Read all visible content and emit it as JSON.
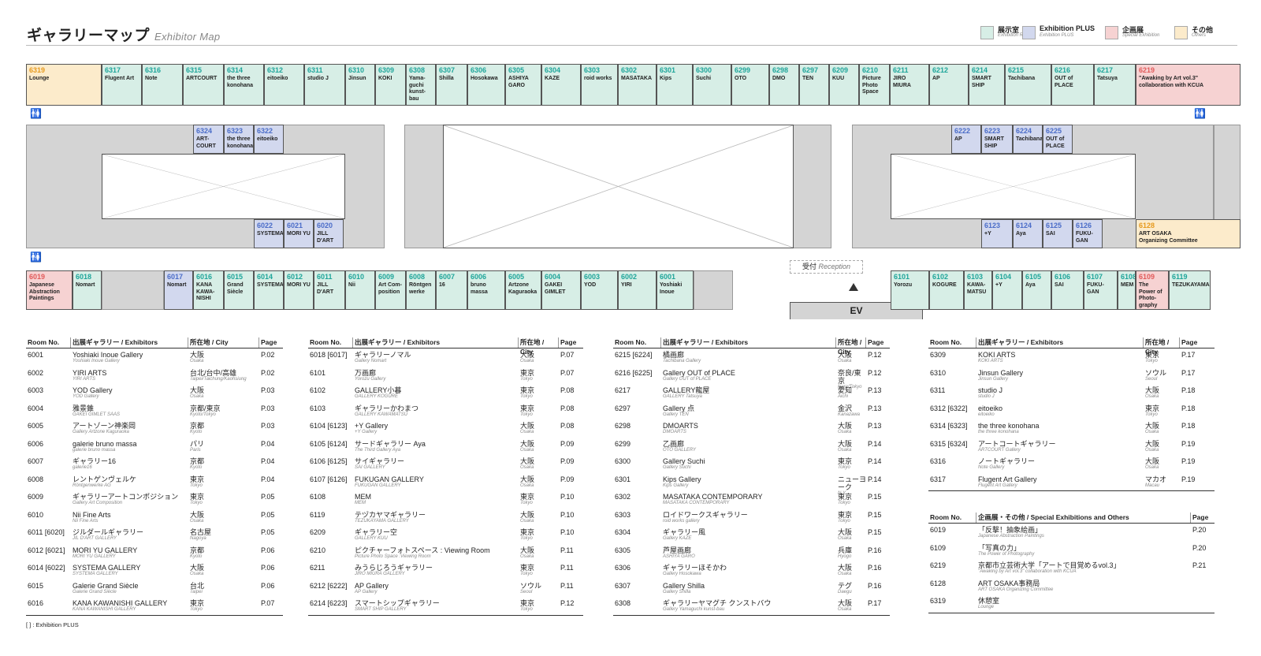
{
  "title": {
    "ja": "ギャラリーマップ",
    "en": "Exhibitor Map"
  },
  "legend": [
    {
      "ja": "展示室",
      "en": "Exhibition Room",
      "color": "#d7eee6"
    },
    {
      "ja": "Exhibition PLUS",
      "en": "Exhibition PLUS",
      "color": "#d2d8ee"
    },
    {
      "ja": "企画展",
      "en": "Special Exhibition",
      "color": "#f6d2d2"
    },
    {
      "ja": "その他",
      "en": "Others",
      "color": "#fcebcb"
    }
  ],
  "colors": {
    "room": "#d7eee6",
    "plus": "#d2d8ee",
    "special": "#f6d2d2",
    "other": "#fcebcb",
    "room_no": "#1ea59a",
    "plus_no": "#4a6cc8",
    "special_no": "#e15a5a",
    "other_no": "#e69a1e"
  },
  "map": {
    "top": [
      {
        "no": "6319",
        "name": "Lounge",
        "t": "other"
      },
      {
        "no": "6317",
        "name": "Flugent Art",
        "t": "room"
      },
      {
        "no": "6316",
        "name": "Note",
        "t": "room"
      },
      {
        "no": "6315",
        "name": "ARTCOURT",
        "t": "room"
      },
      {
        "no": "6314",
        "name": "the three\nkonohana",
        "t": "room"
      },
      {
        "no": "6312",
        "name": "eitoeiko",
        "t": "room"
      },
      {
        "no": "6311",
        "name": "studio J",
        "t": "room"
      },
      {
        "no": "6310",
        "name": "Jinsun",
        "t": "room"
      },
      {
        "no": "6309",
        "name": "KOKI",
        "t": "room"
      },
      {
        "no": "6308",
        "name": "Yama-\nguchi\nkunst-bau",
        "t": "room"
      },
      {
        "no": "6307",
        "name": "Shilla",
        "t": "room"
      },
      {
        "no": "6306",
        "name": "Hosokawa",
        "t": "room"
      },
      {
        "no": "6305",
        "name": "ASHIYA\nGARO",
        "t": "room"
      },
      {
        "no": "6304",
        "name": "KAZE",
        "t": "room"
      },
      {
        "no": "6303",
        "name": "roid works",
        "t": "room"
      },
      {
        "no": "6302",
        "name": "MASATAKA",
        "t": "room"
      },
      {
        "no": "6301",
        "name": "Kips",
        "t": "room"
      },
      {
        "no": "6300",
        "name": "Suchi",
        "t": "room"
      },
      {
        "no": "6299",
        "name": "OTO",
        "t": "room"
      },
      {
        "no": "6298",
        "name": "DMO",
        "t": "room"
      },
      {
        "no": "6297",
        "name": "TEN",
        "t": "room"
      },
      {
        "no": "6209",
        "name": "KUU",
        "t": "room"
      },
      {
        "no": "6210",
        "name": "Picture\nPhoto\nSpace",
        "t": "room"
      },
      {
        "no": "6211",
        "name": "JIRO\nMIURA",
        "t": "room"
      },
      {
        "no": "6212",
        "name": "AP",
        "t": "room"
      },
      {
        "no": "6214",
        "name": "SMART SHIP",
        "t": "room"
      },
      {
        "no": "6215",
        "name": "Tachibana",
        "t": "room"
      },
      {
        "no": "6216",
        "name": "OUT of\nPLACE",
        "t": "room"
      },
      {
        "no": "6217",
        "name": "Tatsuya",
        "t": "room"
      },
      {
        "no": "6219",
        "name": "\"Awaking by Art vol.3\"\ncollaboration with KCUA",
        "t": "special"
      }
    ],
    "upper_plus": [
      {
        "no": "6324",
        "name": "ART-\nCOURT"
      },
      {
        "no": "6323",
        "name": "the three\nkonohana"
      },
      {
        "no": "6322",
        "name": "eitoeiko"
      },
      {
        "no": "6222",
        "name": "AP"
      },
      {
        "no": "6223",
        "name": "SMART\nSHIP"
      },
      {
        "no": "6224",
        "name": "Tachibana"
      },
      {
        "no": "6225",
        "name": "OUT of\nPLACE"
      }
    ],
    "lower_plus": [
      {
        "no": "6022",
        "name": "SYSTEMA"
      },
      {
        "no": "6021",
        "name": "MORI YU"
      },
      {
        "no": "6020",
        "name": "JILL\nD'ART"
      },
      {
        "no": "6123",
        "name": "+Y"
      },
      {
        "no": "6124",
        "name": "Aya"
      },
      {
        "no": "6125",
        "name": "SAI"
      },
      {
        "no": "6126",
        "name": "FUKU-\nGAN"
      }
    ],
    "art_osaka": {
      "no": "6128",
      "name": "ART OSAKA\nOrganizing Committee"
    },
    "bottom_left": [
      {
        "no": "6019",
        "name": "Japanese\nAbstraction\nPaintings",
        "t": "special"
      },
      {
        "no": "6018",
        "name": "Nomart",
        "t": "room"
      },
      {
        "no": "6017",
        "name": "Nomart",
        "t": "plus"
      },
      {
        "no": "6016",
        "name": "KANA\nKAWA-\nNISHI",
        "t": "room"
      },
      {
        "no": "6015",
        "name": "Grand\nSiècle",
        "t": "room"
      },
      {
        "no": "6014",
        "name": "SYSTEMA",
        "t": "room"
      },
      {
        "no": "6012",
        "name": "MORI YU",
        "t": "room"
      },
      {
        "no": "6011",
        "name": "JILL\nD'ART",
        "t": "room"
      },
      {
        "no": "6010",
        "name": "Nii",
        "t": "room"
      },
      {
        "no": "6009",
        "name": "Art Com-\nposition",
        "t": "room"
      },
      {
        "no": "6008",
        "name": "Röntgen\nwerke",
        "t": "room"
      },
      {
        "no": "6007",
        "name": "16",
        "t": "room"
      },
      {
        "no": "6006",
        "name": "bruno\nmassa",
        "t": "room"
      },
      {
        "no": "6005",
        "name": "Artzone\nKaguraoka",
        "t": "room"
      },
      {
        "no": "6004",
        "name": "GAKEI\nGIMLET",
        "t": "room"
      },
      {
        "no": "6003",
        "name": "YOD",
        "t": "room"
      },
      {
        "no": "6002",
        "name": "YIRI",
        "t": "room"
      },
      {
        "no": "6001",
        "name": "Yoshiaki\nInoue",
        "t": "room"
      }
    ],
    "bottom_right": [
      {
        "no": "6101",
        "name": "Yorozu",
        "t": "room"
      },
      {
        "no": "6102",
        "name": "KOGURE",
        "t": "room"
      },
      {
        "no": "6103",
        "name": "KAWA-\nMATSU",
        "t": "room"
      },
      {
        "no": "6104",
        "name": "+Y",
        "t": "room"
      },
      {
        "no": "6105",
        "name": "Aya",
        "t": "room"
      },
      {
        "no": "6106",
        "name": "SAI",
        "t": "room"
      },
      {
        "no": "6107",
        "name": "FUKU-\nGAN",
        "t": "room"
      },
      {
        "no": "6108",
        "name": "MEM",
        "t": "room"
      },
      {
        "no": "6109",
        "name": "The\nPower of\nPhoto-\ngraphy",
        "t": "special"
      },
      {
        "no": "6119",
        "name": "TEZUKAYAMA",
        "t": "room"
      }
    ],
    "reception": {
      "ja": "受付",
      "en": "Reception"
    },
    "ev": "EV"
  },
  "table_headers": {
    "room": "Room No.",
    "exhibitors": "出展ギャラリー / Exhibitors",
    "city": "所在地 / City",
    "page": "Page",
    "special": "企画展・その他 / Special Exhibitions and Others"
  },
  "tables": [
    [
      {
        "no": "6001",
        "ja": "Yoshiaki Inoue Gallery",
        "en": "Yoshiaki Inoue Gallery",
        "city": "大阪",
        "city_en": "Osaka",
        "page": "P.02"
      },
      {
        "no": "6002",
        "ja": "YIRI ARTS",
        "en": "YIRI ARTS",
        "city": "台北/台中/高雄",
        "city_en": "Taipei/Taichung/Kaohsiung",
        "page": "P.02"
      },
      {
        "no": "6003",
        "ja": "YOD Gallery",
        "en": "YOD Gallery",
        "city": "大阪",
        "city_en": "Osaka",
        "page": "P.03"
      },
      {
        "no": "6004",
        "ja": "雅景錐",
        "en": "GAKEI GIMLET SAAS",
        "city": "京都/東京",
        "city_en": "Kyoto/Tokyo",
        "page": "P.03"
      },
      {
        "no": "6005",
        "ja": "アートゾーン神楽岡",
        "en": "Gallery Artzone Kaguraoka",
        "city": "京都",
        "city_en": "Kyoto",
        "page": "P.03"
      },
      {
        "no": "6006",
        "ja": "galerie bruno massa",
        "en": "galerie bruno massa",
        "city": "パリ",
        "city_en": "Paris",
        "page": "P.04"
      },
      {
        "no": "6007",
        "ja": "ギャラリー16",
        "en": "galerie16",
        "city": "京都",
        "city_en": "Kyoto",
        "page": "P.04"
      },
      {
        "no": "6008",
        "ja": "レントゲンヴェルケ",
        "en": "Röntgenwerke AG",
        "city": "東京",
        "city_en": "Tokyo",
        "page": "P.04"
      },
      {
        "no": "6009",
        "ja": "ギャラリーアートコンポジション",
        "en": "Gallery Art Composition",
        "city": "東京",
        "city_en": "Tokyo",
        "page": "P.05"
      },
      {
        "no": "6010",
        "ja": "Nii Fine Arts",
        "en": "Nii Fine Arts",
        "city": "大阪",
        "city_en": "Osaka",
        "page": "P.05"
      },
      {
        "no": "6011 [6020]",
        "ja": "ジルダールギャラリー",
        "en": "JIL D'ART GALLERY",
        "city": "名古屋",
        "city_en": "Nagoya",
        "page": "P.05"
      },
      {
        "no": "6012 [6021]",
        "ja": "MORI YU GALLERY",
        "en": "MORI YU GALLERY",
        "city": "京都",
        "city_en": "Kyoto",
        "page": "P.06"
      },
      {
        "no": "6014 [6022]",
        "ja": "SYSTEMA GALLERY",
        "en": "SYSTEMA GALLERY",
        "city": "大阪",
        "city_en": "Osaka",
        "page": "P.06"
      },
      {
        "no": "6015",
        "ja": "Galerie Grand Siècle",
        "en": "Galerie Grand Siècle",
        "city": "台北",
        "city_en": "Taipei",
        "page": "P.06"
      },
      {
        "no": "6016",
        "ja": "KANA KAWANISHI GALLERY",
        "en": "KANA KAWANISHI GALLERY",
        "city": "東京",
        "city_en": "Tokyo",
        "page": "P.07"
      }
    ],
    [
      {
        "no": "6018 [6017]",
        "ja": "ギャラリーノマル",
        "en": "Gallery Nomart",
        "city": "大阪",
        "city_en": "Osaka",
        "page": "P.07"
      },
      {
        "no": "6101",
        "ja": "万画廊",
        "en": "Yorozu Gallery",
        "city": "東京",
        "city_en": "Tokyo",
        "page": "P.07"
      },
      {
        "no": "6102",
        "ja": "GALLERY小暮",
        "en": "GALLERY KOGURE",
        "city": "東京",
        "city_en": "Tokyo",
        "page": "P.08"
      },
      {
        "no": "6103",
        "ja": "ギャラリーかわまつ",
        "en": "GALLERY KAWAMATSU",
        "city": "東京",
        "city_en": "Tokyo",
        "page": "P.08"
      },
      {
        "no": "6104 [6123]",
        "ja": "+Y Gallery",
        "en": "+Y Gallery",
        "city": "大阪",
        "city_en": "Osaka",
        "page": "P.08"
      },
      {
        "no": "6105 [6124]",
        "ja": "サードギャラリー Aya",
        "en": "The Third Gallery Aya",
        "city": "大阪",
        "city_en": "Osaka",
        "page": "P.09"
      },
      {
        "no": "6106 [6125]",
        "ja": "サイギャラリー",
        "en": "SAI GALLERY",
        "city": "大阪",
        "city_en": "Osaka",
        "page": "P.09"
      },
      {
        "no": "6107 [6126]",
        "ja": "FUKUGAN GALLERY",
        "en": "FUKUGAN GALLERY",
        "city": "大阪",
        "city_en": "Osaka",
        "page": "P.09"
      },
      {
        "no": "6108",
        "ja": "MEM",
        "en": "MEM",
        "city": "東京",
        "city_en": "Tokyo",
        "page": "P.10"
      },
      {
        "no": "6119",
        "ja": "テヅカヤマギャラリー",
        "en": "TEZUKAYAMA GALLERY",
        "city": "大阪",
        "city_en": "Osaka",
        "page": "P.10"
      },
      {
        "no": "6209",
        "ja": "ギャラリー空",
        "en": "GALLERY KUU",
        "city": "東京",
        "city_en": "Tokyo",
        "page": "P.10"
      },
      {
        "no": "6210",
        "ja": "ピクチャーフォトスペース : Viewing Room",
        "en": "Picture Photo Space :Viewing Room",
        "city": "大阪",
        "city_en": "Osaka",
        "page": "P.11"
      },
      {
        "no": "6211",
        "ja": "みうらじろうギャラリー",
        "en": "JIRO MIURA GALLERY",
        "city": "東京",
        "city_en": "Tokyo",
        "page": "P.11"
      },
      {
        "no": "6212 [6222]",
        "ja": "AP Gallery",
        "en": "AP Gallery",
        "city": "ソウル",
        "city_en": "Seoul",
        "page": "P.11"
      },
      {
        "no": "6214 [6223]",
        "ja": "スマートシップギャラリー",
        "en": "SMART SHIP GALLERY",
        "city": "東京",
        "city_en": "Tokyo",
        "page": "P.12"
      }
    ],
    [
      {
        "no": "6215 [6224]",
        "ja": "橘画廊",
        "en": "Tachibana Gallery",
        "city": "大阪",
        "city_en": "Osaka",
        "page": "P.12"
      },
      {
        "no": "6216 [6225]",
        "ja": "Gallery OUT of PLACE",
        "en": "Gallery OUT of PLACE",
        "city": "奈良/東京",
        "city_en": "Nara/Tokyo",
        "page": "P.12"
      },
      {
        "no": "6217",
        "ja": "GALLERY龍屋",
        "en": "GALLERY Tatsuya",
        "city": "愛知",
        "city_en": "Aichi",
        "page": "P.13"
      },
      {
        "no": "6297",
        "ja": "Gallery 点",
        "en": "Gallery TEN",
        "city": "金沢",
        "city_en": "Kanazawa",
        "page": "P.13"
      },
      {
        "no": "6298",
        "ja": "DMOARTS",
        "en": "DMOARTS",
        "city": "大阪",
        "city_en": "Osaka",
        "page": "P.13"
      },
      {
        "no": "6299",
        "ja": "乙画廊",
        "en": "OTO GALLERY",
        "city": "大阪",
        "city_en": "Osaka",
        "page": "P.14"
      },
      {
        "no": "6300",
        "ja": "Gallery Suchi",
        "en": "Gallery Suchi",
        "city": "東京",
        "city_en": "Tokyo",
        "page": "P.14"
      },
      {
        "no": "6301",
        "ja": "Kips Gallery",
        "en": "Kips Gallery",
        "city": "ニューヨーク",
        "city_en": "N.Y.",
        "page": "P.14"
      },
      {
        "no": "6302",
        "ja": "MASATAKA CONTEMPORARY",
        "en": "MASATAKA CONTEMPORARY",
        "city": "東京",
        "city_en": "Tokyo",
        "page": "P.15"
      },
      {
        "no": "6303",
        "ja": "ロイドワークスギャラリー",
        "en": "roid works gallery",
        "city": "東京",
        "city_en": "Tokyo",
        "page": "P.15"
      },
      {
        "no": "6304",
        "ja": "ギャラリー風",
        "en": "Gallery KAZE",
        "city": "大阪",
        "city_en": "Osaka",
        "page": "P.15"
      },
      {
        "no": "6305",
        "ja": "芦屋画廊",
        "en": "ASHIYA GARO",
        "city": "兵庫",
        "city_en": "Hyogo",
        "page": "P.16"
      },
      {
        "no": "6306",
        "ja": "ギャラリーほそかわ",
        "en": "Gallery Hosokawa",
        "city": "大阪",
        "city_en": "Osaka",
        "page": "P.16"
      },
      {
        "no": "6307",
        "ja": "Gallery Shilla",
        "en": "Gallery Shilla",
        "city": "テグ",
        "city_en": "Daegu",
        "page": "P.16"
      },
      {
        "no": "6308",
        "ja": "ギャラリーヤマグチ クンストバウ",
        "en": "Gallery Yamaguchi kunst-bau",
        "city": "大阪",
        "city_en": "Osaka",
        "page": "P.17"
      }
    ],
    [
      {
        "no": "6309",
        "ja": "KOKI ARTS",
        "en": "KOKI ARTS",
        "city": "東京",
        "city_en": "Tokyo",
        "page": "P.17"
      },
      {
        "no": "6310",
        "ja": "Jinsun Gallery",
        "en": "Jinsun Gallery",
        "city": "ソウル",
        "city_en": "Seoul",
        "page": "P.17"
      },
      {
        "no": "6311",
        "ja": "studio J",
        "en": "studio J",
        "city": "大阪",
        "city_en": "Osaka",
        "page": "P.18"
      },
      {
        "no": "6312 [6322]",
        "ja": "eitoeiko",
        "en": "eitoeiko",
        "city": "東京",
        "city_en": "Tokyo",
        "page": "P.18"
      },
      {
        "no": "6314 [6323]",
        "ja": "the three konohana",
        "en": "the three konohana",
        "city": "大阪",
        "city_en": "Osaka",
        "page": "P.18"
      },
      {
        "no": "6315 [6324]",
        "ja": "アートコートギャラリー",
        "en": "ARTCOURT Gallery",
        "city": "大阪",
        "city_en": "Osaka",
        "page": "P.19"
      },
      {
        "no": "6316",
        "ja": "ノートギャラリー",
        "en": "Note Gallery",
        "city": "大阪",
        "city_en": "Osaka",
        "page": "P.19"
      },
      {
        "no": "6317",
        "ja": "Flugent Art Gallery",
        "en": "Flugent Art Gallery",
        "city": "マカオ",
        "city_en": "Macau",
        "page": "P.19"
      }
    ]
  ],
  "special_table": [
    {
      "no": "6019",
      "ja": "「反撃！抽象絵画」",
      "en": "Japanese Abstraction Paintings",
      "page": "P.20"
    },
    {
      "no": "6109",
      "ja": "「写真の力」",
      "en": "The Power of Photography",
      "page": "P.20"
    },
    {
      "no": "6219",
      "ja": "京都市立芸術大学「アートで目覚めるvol.3」",
      "en": "\"Awaking by Art vol.3\" collaboration with KCUA",
      "page": "P.21"
    },
    {
      "no": "6128",
      "ja": "ART OSAKA事務局",
      "en": "ART OSAKA Organizing Committee",
      "page": ""
    },
    {
      "no": "6319",
      "ja": "休憩室",
      "en": "Lounge",
      "page": ""
    }
  ],
  "footnote": "[ ] : Exhibition PLUS"
}
